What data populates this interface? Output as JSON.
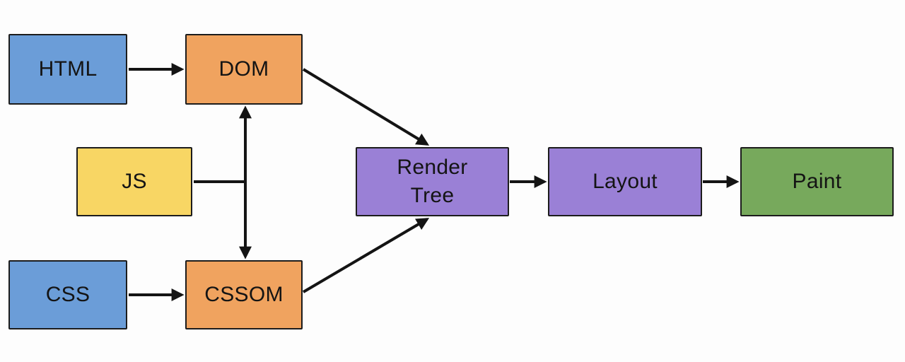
{
  "diagram": {
    "type": "flowchart",
    "colors": {
      "blue": "#6B9DD8",
      "orange": "#F0A35F",
      "yellow": "#F8D664",
      "purple": "#9A80D6",
      "green": "#77A95C",
      "border": "#1C1C1C",
      "arrow": "#141414",
      "text": "#141414",
      "background": "#FDFDFD"
    },
    "nodes": {
      "html": {
        "label": "HTML",
        "color": "#6B9DD8"
      },
      "dom": {
        "label": "DOM",
        "color": "#F0A35F"
      },
      "js": {
        "label": "JS",
        "color": "#F8D664"
      },
      "css": {
        "label": "CSS",
        "color": "#6B9DD8"
      },
      "cssom": {
        "label": "CSSOM",
        "color": "#F0A35F"
      },
      "render_tree": {
        "label": "Render\nTree",
        "color": "#9A80D6"
      },
      "layout": {
        "label": "Layout",
        "color": "#9A80D6"
      },
      "paint": {
        "label": "Paint",
        "color": "#77A95C"
      }
    },
    "edges": [
      {
        "from": "html",
        "to": "dom",
        "arrows": "end"
      },
      {
        "from": "css",
        "to": "cssom",
        "arrows": "end"
      },
      {
        "from": "js",
        "to": "dom-cssom-link",
        "arrows": "none"
      },
      {
        "from": "dom",
        "to": "cssom",
        "arrows": "both"
      },
      {
        "from": "dom",
        "to": "render_tree",
        "arrows": "end"
      },
      {
        "from": "cssom",
        "to": "render_tree",
        "arrows": "end"
      },
      {
        "from": "render_tree",
        "to": "layout",
        "arrows": "end"
      },
      {
        "from": "layout",
        "to": "paint",
        "arrows": "end"
      }
    ]
  }
}
